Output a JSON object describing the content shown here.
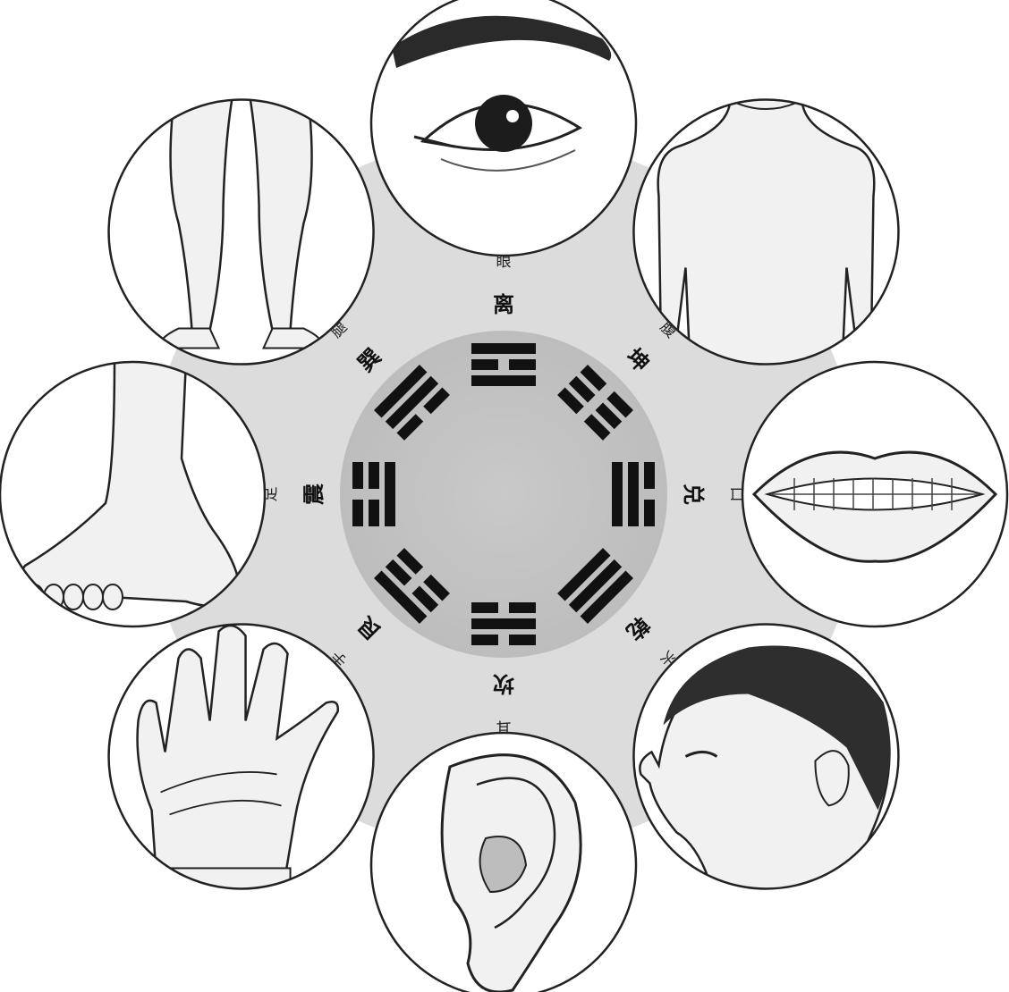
{
  "colors": {
    "background": "#ffffff",
    "outer_disc": "#dcdcdc",
    "inner_disc": "#c4c4c4",
    "bars": "#111111",
    "circle_fill": "#ffffff",
    "circle_stroke": "#222222",
    "skin": "#f1f1f1"
  },
  "trigrams": [
    {
      "id": "li",
      "name": "离",
      "body_part": "眼",
      "lines": [
        1,
        0,
        1
      ],
      "picture": "eye"
    },
    {
      "id": "kun",
      "name": "坤",
      "body_part": "腹",
      "lines": [
        0,
        0,
        0
      ],
      "picture": "torso"
    },
    {
      "id": "dui",
      "name": "兑",
      "body_part": "口",
      "lines": [
        0,
        1,
        1
      ],
      "picture": "mouth"
    },
    {
      "id": "qian",
      "name": "乾",
      "body_part": "头",
      "lines": [
        1,
        1,
        1
      ],
      "picture": "head"
    },
    {
      "id": "kan",
      "name": "坎",
      "body_part": "耳",
      "lines": [
        0,
        1,
        0
      ],
      "picture": "ear"
    },
    {
      "id": "gen",
      "name": "艮",
      "body_part": "手",
      "lines": [
        1,
        0,
        0
      ],
      "picture": "hand"
    },
    {
      "id": "zhen",
      "name": "震",
      "body_part": "足",
      "lines": [
        0,
        0,
        1
      ],
      "picture": "foot"
    },
    {
      "id": "xun",
      "name": "巽",
      "body_part": "腿",
      "lines": [
        1,
        1,
        0
      ],
      "picture": "legs"
    }
  ]
}
